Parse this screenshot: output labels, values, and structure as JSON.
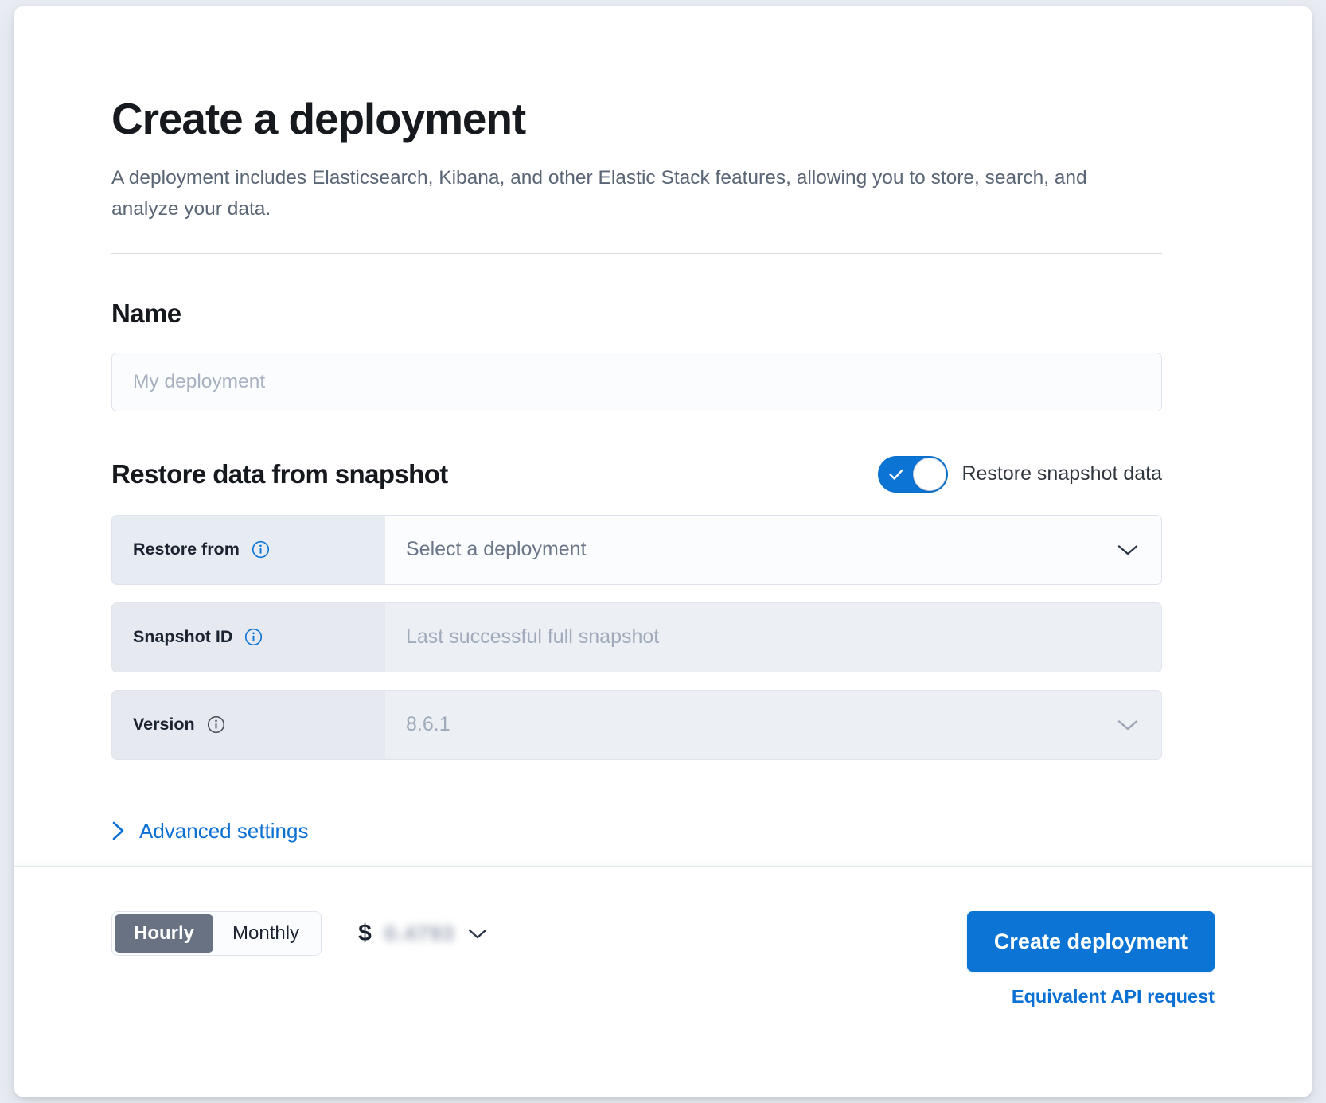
{
  "page": {
    "title": "Create a deployment",
    "description": "A deployment includes Elasticsearch, Kibana, and other Elastic Stack features, allowing you to store, search, and analyze your data."
  },
  "name_section": {
    "heading": "Name",
    "input_value": "",
    "input_placeholder": "My deployment"
  },
  "snapshot_section": {
    "heading": "Restore data from snapshot",
    "toggle_label": "Restore snapshot data",
    "toggle_on": true,
    "rows": [
      {
        "label": "Restore from",
        "value": "",
        "placeholder": "Select a deployment",
        "control": "select",
        "disabled": false,
        "info": true
      },
      {
        "label": "Snapshot ID",
        "value": "",
        "placeholder": "Last successful full snapshot",
        "control": "text",
        "disabled": true,
        "info": true
      },
      {
        "label": "Version",
        "value": "8.6.1",
        "placeholder": "",
        "control": "select",
        "disabled": true,
        "info": true
      }
    ]
  },
  "advanced": {
    "label": "Advanced settings"
  },
  "footer": {
    "billing_options": [
      "Hourly",
      "Monthly"
    ],
    "billing_selected": "Hourly",
    "price_currency": "$",
    "price_value": "0.4793",
    "price_redacted": true,
    "create_button": "Create deployment",
    "api_link": "Equivalent API request"
  },
  "colors": {
    "accent": "#0b74d4",
    "link": "#0b70d4",
    "segment_active": "#687283",
    "label_bg": "#e7ebf2",
    "text": "#1b2330",
    "muted": "#5a6575"
  }
}
